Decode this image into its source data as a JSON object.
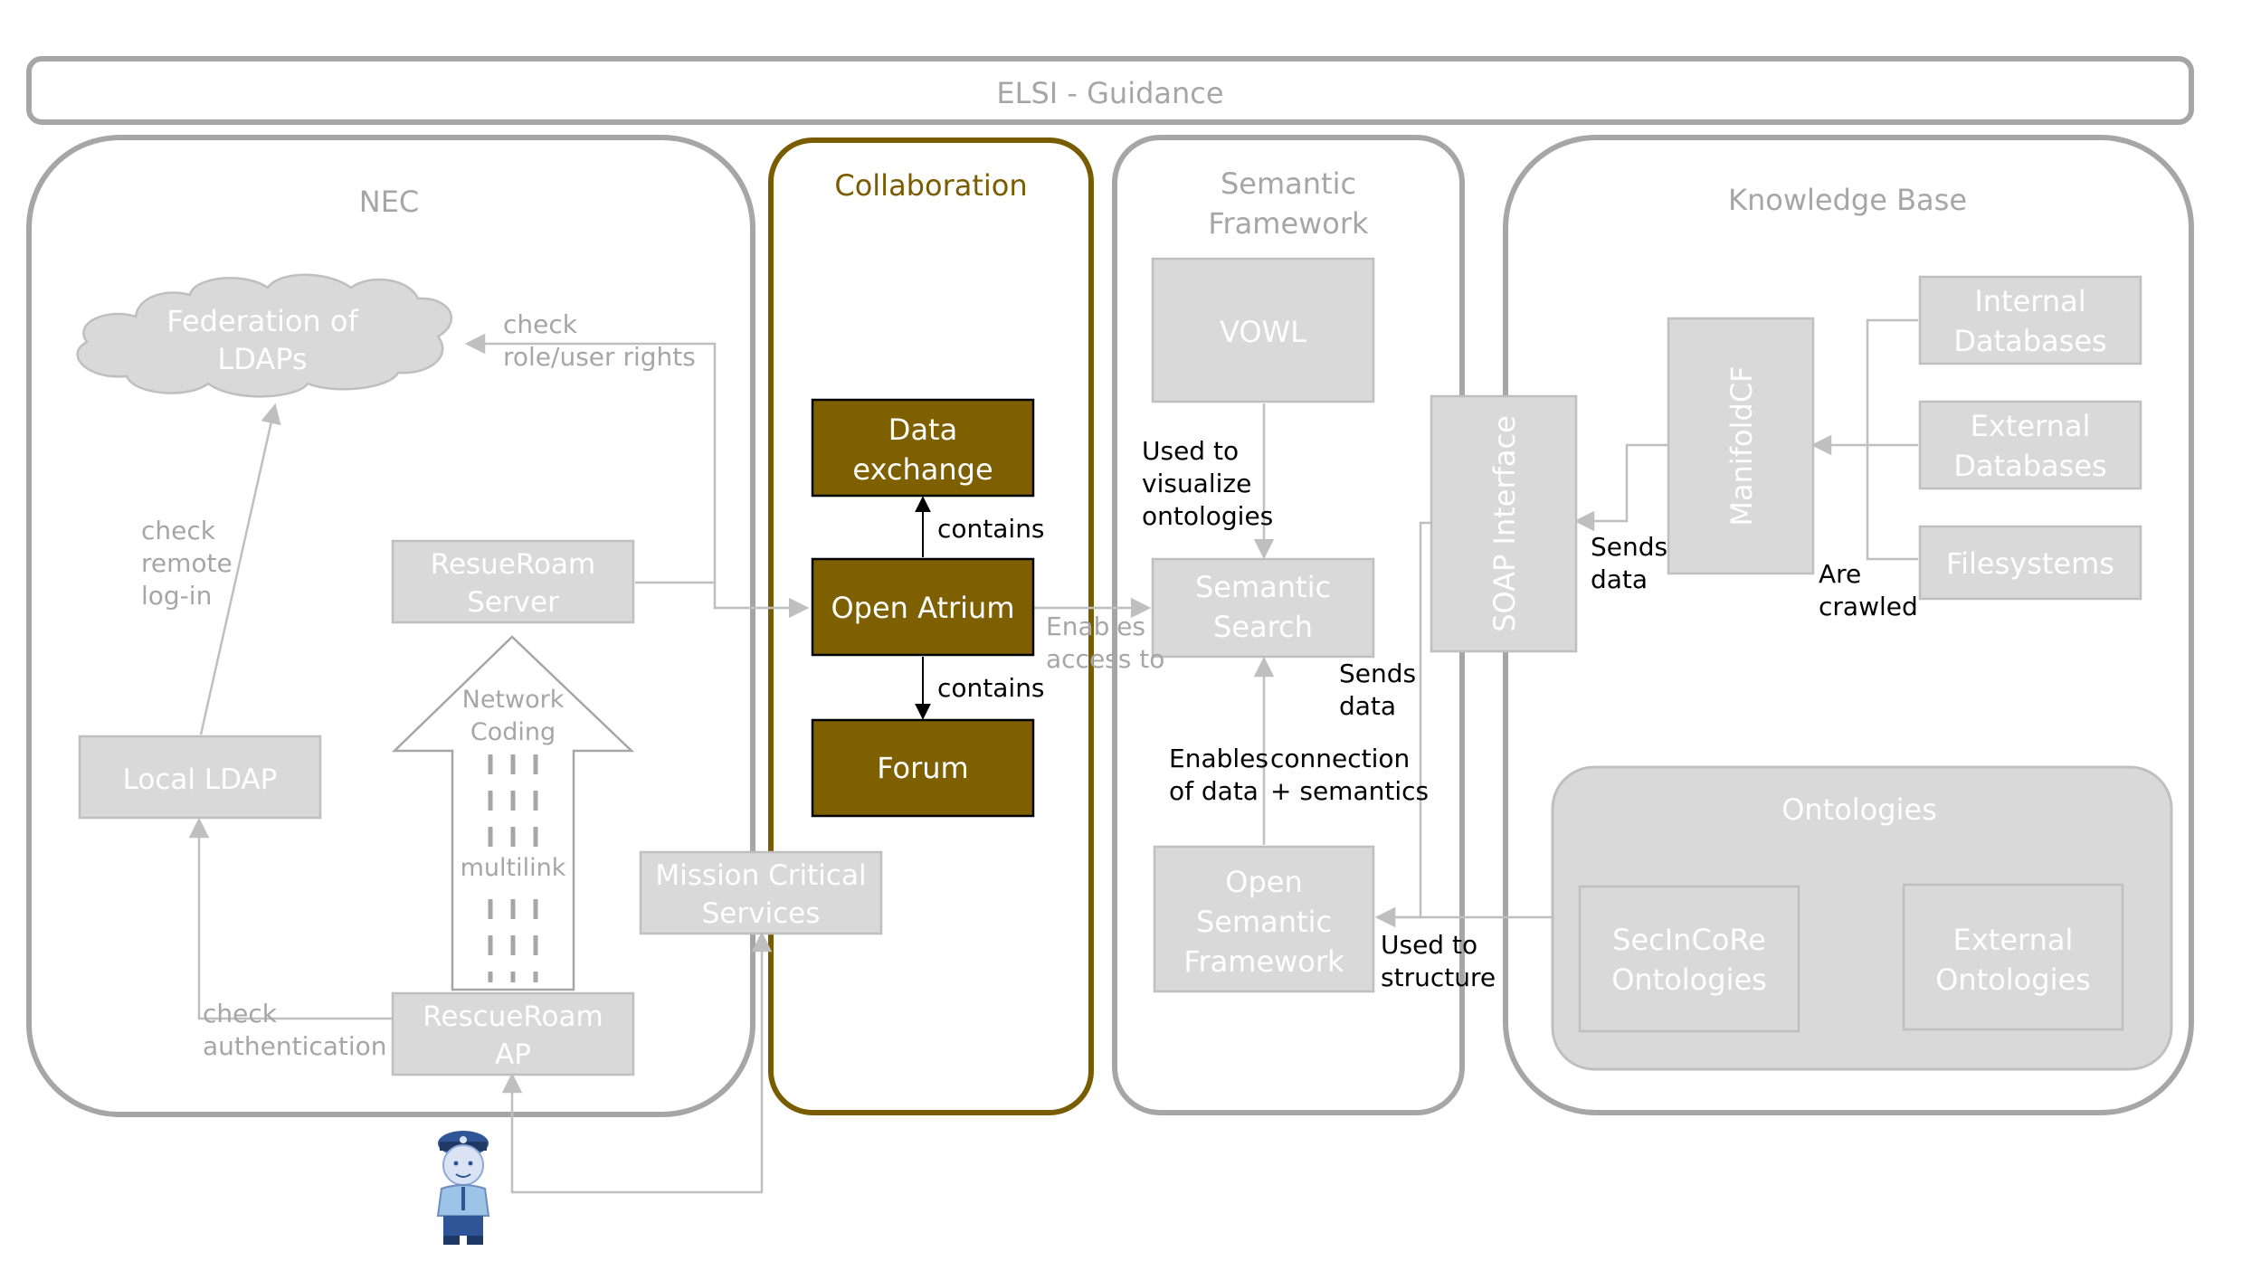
{
  "banner": {
    "label": "ELSI - Guidance"
  },
  "panels": {
    "nec": "NEC",
    "collaboration": "Collaboration",
    "semantic_framework": [
      "Semantic",
      "Framework"
    ],
    "knowledge_base": "Knowledge Base",
    "ontologies": "Ontologies"
  },
  "nodes": {
    "federation_ldaps": [
      "Federation of",
      "LDAPs"
    ],
    "local_ldap": "Local LDAP",
    "rescueroam_server": [
      "ResueRoam",
      "Server"
    ],
    "rescueroam_ap": [
      "RescueRoam",
      "AP"
    ],
    "network_coding_arrow": {
      "top": [
        "Network",
        "Coding"
      ],
      "middle": "multilink"
    },
    "mission_critical": [
      "Mission Critical",
      "Services"
    ],
    "data_exchange": [
      "Data",
      "exchange"
    ],
    "open_atrium": "Open Atrium",
    "forum": "Forum",
    "vowl": "VOWL",
    "semantic_search": [
      "Semantic",
      "Search"
    ],
    "open_semantic_framework": [
      "Open",
      "Semantic",
      "Framework"
    ],
    "soap_interface": "SOAP Interface",
    "manifoldcf": "ManifoldCF",
    "internal_databases": [
      "Internal",
      "Databases"
    ],
    "external_databases": [
      "External",
      "Databases"
    ],
    "filesystems": "Filesystems",
    "secincore_ontologies": [
      "SecInCoRe",
      "Ontologies"
    ],
    "external_ontologies": [
      "External",
      "Ontologies"
    ]
  },
  "edge_labels": {
    "check_role": [
      "check",
      "role/user rights"
    ],
    "check_remote": [
      "check",
      "remote",
      "log-in"
    ],
    "check_auth": [
      "check",
      "authentication"
    ],
    "contains_up": "contains",
    "contains_down": "contains",
    "enables_access": [
      "Enables",
      "access to"
    ],
    "used_to_visualize": [
      "Used to",
      "visualize",
      "ontologies"
    ],
    "sends_data_search": [
      "Sends",
      "data"
    ],
    "enables_connection": [
      "Enables",
      "of data"
    ],
    "connection_semantics": [
      "connection",
      "+ semantics"
    ],
    "used_to_structure": [
      "Used to",
      "structure"
    ],
    "sends_data_soap": [
      "Sends",
      "data"
    ],
    "are_crawled": [
      "Are",
      "crawled"
    ]
  },
  "colors": {
    "panel_border": "#a6a6a6",
    "box_fill": "#d9d9d9",
    "box_border": "#bfbfbf",
    "collab_border": "#7a5c00",
    "collab_box": "#7f6000",
    "icon_blue": "#6c8ebf"
  },
  "icons": [
    "police-officer-icon",
    "cloud-shape"
  ]
}
